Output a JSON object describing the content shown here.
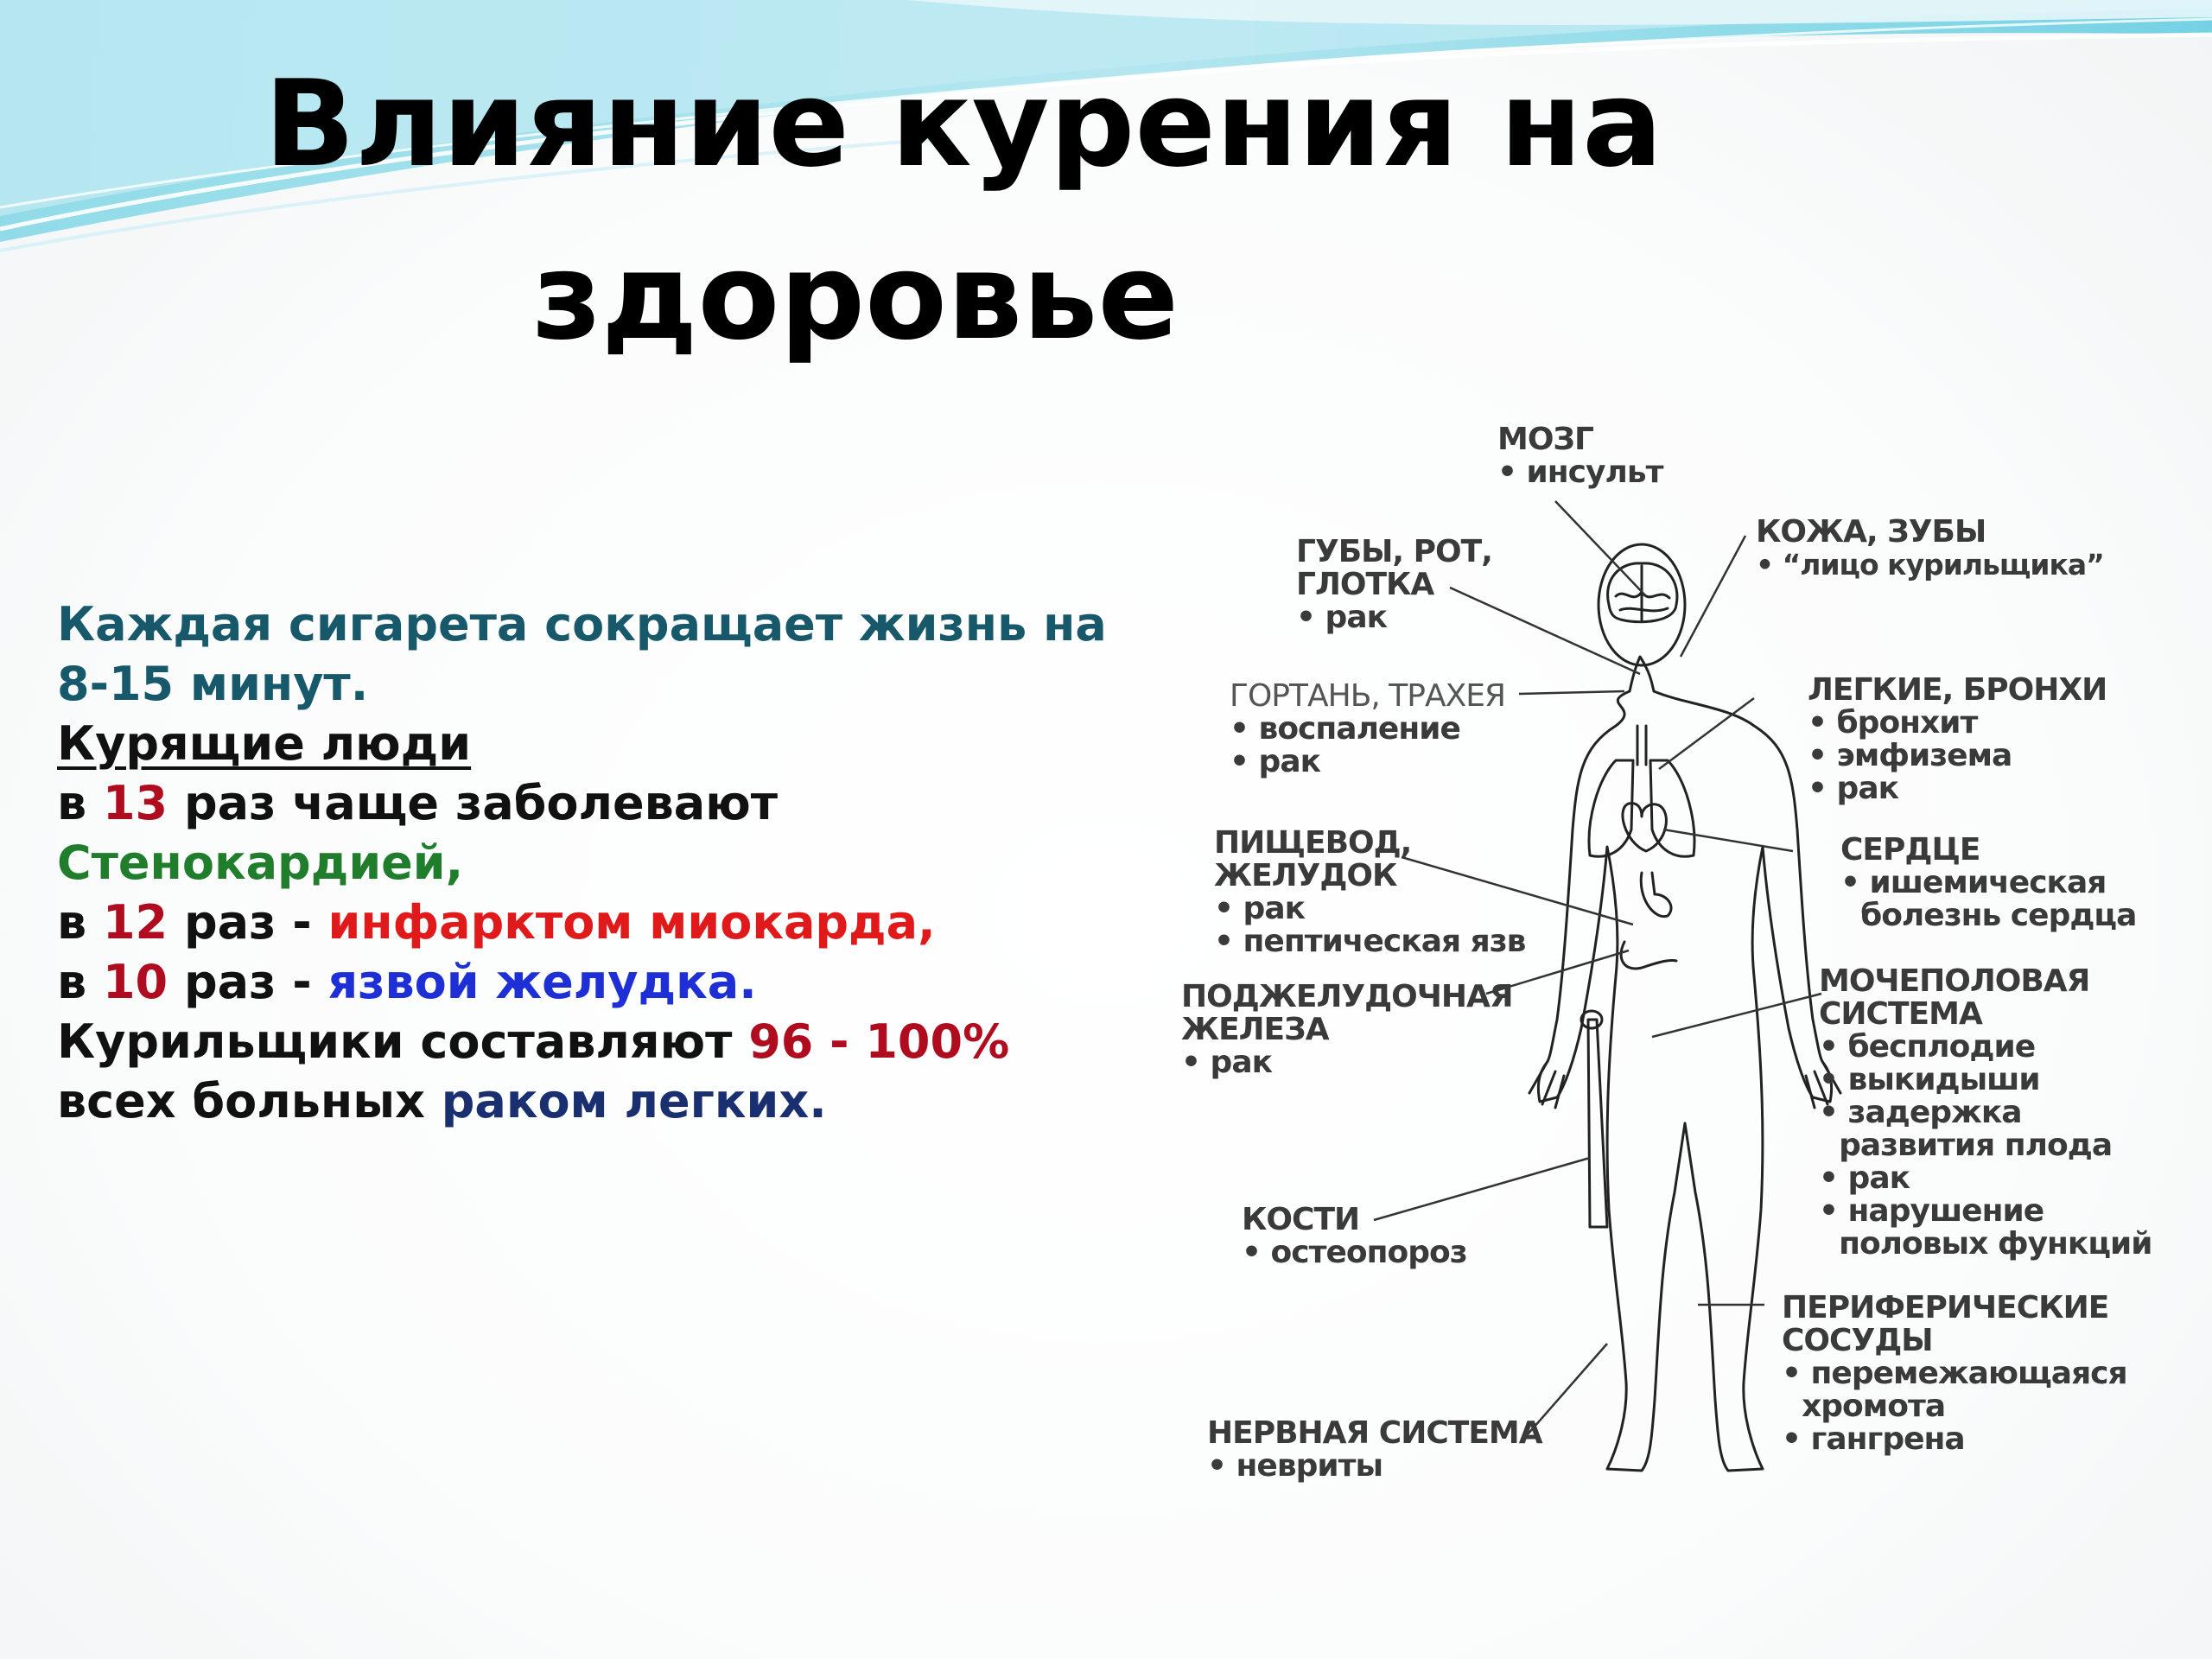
{
  "title": {
    "line1": "Влияние курения на",
    "line2": "здоровье"
  },
  "facts": {
    "line1": "Каждая сигарета сокращает жизнь на",
    "line2": "8-15 минут.",
    "line3": "Курящие люди",
    "line4": {
      "pre": "в ",
      "num": "13",
      "post": " раз чаще заболевают"
    },
    "line5": "Стенокардией,",
    "line6": {
      "pre": "в ",
      "num": "12",
      "mid": " раз - ",
      "disease": "инфарктом миокарда,"
    },
    "line7": {
      "pre": "в ",
      "num": "10",
      "mid": " раз - ",
      "disease": "язвой желудка."
    },
    "line8": {
      "pre": "Курильщики составляют ",
      "pct": "96 - 100%"
    },
    "line9": {
      "pre": "всех больных ",
      "disease": "раком легких."
    }
  },
  "organs": [
    {
      "id": "brain",
      "heading": [
        "МОЗГ"
      ],
      "bullets": [
        "• инсульт"
      ]
    },
    {
      "id": "lips",
      "heading": [
        "ГУБЫ, РОТ,",
        " ГЛОТКА"
      ],
      "bullets": [
        "• рак"
      ]
    },
    {
      "id": "skin",
      "heading": [
        "КОЖА, ЗУБЫ"
      ],
      "bullets": [
        "• “лицо курильщика”"
      ]
    },
    {
      "id": "larynx",
      "heading": [
        "ГОРТАНЬ, ТРАХЕЯ"
      ],
      "bullets": [
        "• воспаление",
        "• рак"
      ]
    },
    {
      "id": "lungs",
      "heading": [
        "ЛЕГКИЕ, БРОНХИ"
      ],
      "bullets": [
        "• бронхит",
        "• эмфизема",
        "• рак"
      ]
    },
    {
      "id": "esophagus",
      "heading": [
        "ПИЩЕВОД,",
        "ЖЕЛУДОК"
      ],
      "bullets": [
        "• рак",
        "• пептическая язв"
      ]
    },
    {
      "id": "heart",
      "heading": [
        "СЕРДЦЕ"
      ],
      "bullets": [
        "• ишемическая",
        "  болезнь сердца"
      ]
    },
    {
      "id": "pancreas",
      "heading": [
        "ПОДЖЕЛУДОЧНАЯ",
        "ЖЕЛЕЗА"
      ],
      "bullets": [
        "• рак"
      ]
    },
    {
      "id": "urogenital",
      "heading": [
        "МОЧЕПОЛОВАЯ",
        "СИСТЕМА"
      ],
      "bullets": [
        "• бесплодие",
        "• выкидыши",
        "• задержка",
        "  развития плода",
        "• рак",
        "• нарушение",
        "  половых функций"
      ]
    },
    {
      "id": "bones",
      "heading": [
        "КОСТИ"
      ],
      "bullets": [
        "• остеопороз"
      ]
    },
    {
      "id": "vessels",
      "heading": [
        "ПЕРИФЕРИЧЕСКИЕ",
        "СОСУДЫ"
      ],
      "bullets": [
        "• перемежающаяся",
        "  хромота",
        "• гангрена"
      ]
    },
    {
      "id": "nervous",
      "heading": [
        "НЕРВНАЯ СИСТЕМА"
      ],
      "bullets": [
        "• невриты"
      ]
    }
  ]
}
